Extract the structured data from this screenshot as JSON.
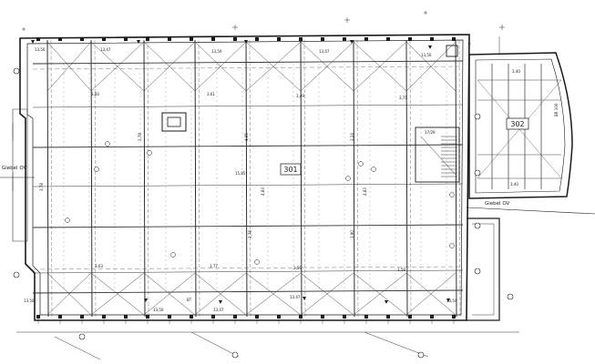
{
  "drawing": {
    "rooms": [
      {
        "id": "room-301",
        "number": "301"
      },
      {
        "id": "room-302",
        "number": "302"
      }
    ],
    "gable_labels": {
      "left": "Giebel OV",
      "right": "Giebel OV"
    },
    "dimensions": {
      "main_top": [
        "3,60",
        "3,61",
        "3,49",
        "3,71"
      ],
      "main_bottom": [
        "3,63",
        "3,77",
        "3,56",
        "3,58"
      ],
      "main_vertical": [
        "3,78",
        "3,78",
        "4,65",
        "3,24",
        "4,83",
        "3,78",
        "4,83",
        "3,90"
      ],
      "center": "15,85",
      "annex_top": "3,40",
      "annex_bottom": "3,40",
      "level_marks": [
        "13,50",
        "13,47",
        "13,50",
        "13,47",
        "13,50",
        "13,50",
        "13,50",
        "13,47",
        "13,47",
        "13,54"
      ],
      "stair_label": "17/29",
      "small_marks": [
        "BT",
        "BR 100"
      ]
    }
  }
}
